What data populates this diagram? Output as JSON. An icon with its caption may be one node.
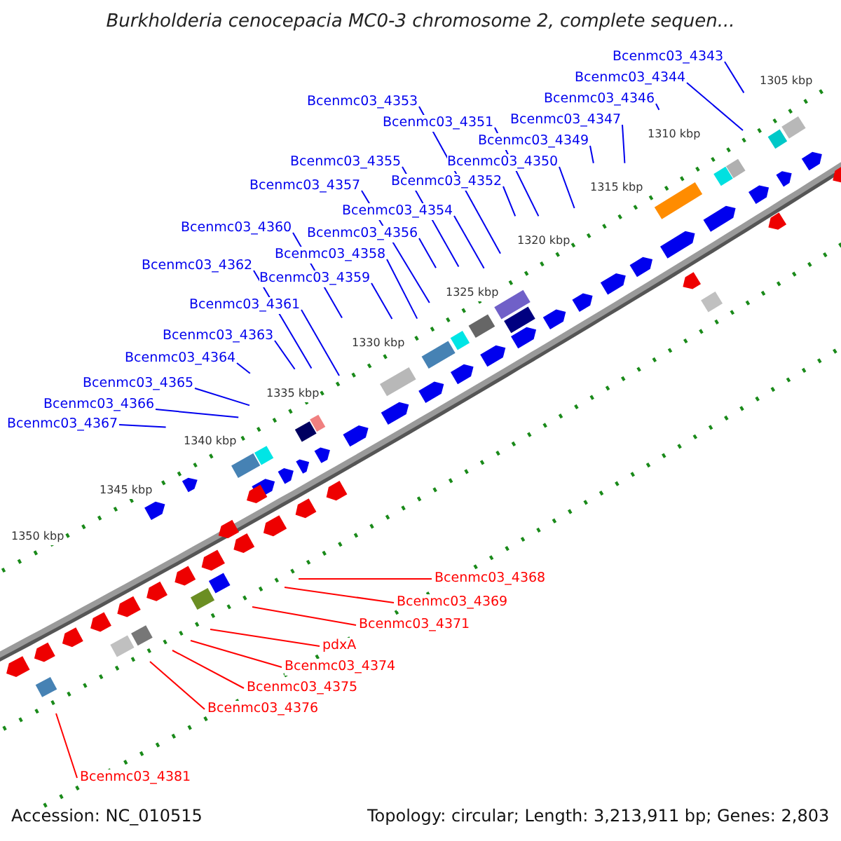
{
  "diagram": {
    "title": "Burkholderia cenocepacia MC0-3 chromosome 2, complete sequen...",
    "nodes": [
      {
        "text": [
          "Bcenmc03_4343"
        ]
      },
      {
        "text": [
          "Bcenmc03_4344"
        ]
      },
      {
        "text": [
          "Bcenmc03_4346"
        ]
      },
      {
        "text": [
          "Bcenmc03_4347"
        ]
      },
      {
        "text": [
          "Bcenmc03_4353"
        ]
      },
      {
        "text": [
          "Bcenmc03_4351"
        ]
      },
      {
        "text": [
          "Bcenmc03_4349"
        ]
      },
      {
        "text": [
          "Bcenmc03_4350"
        ]
      },
      {
        "text": [
          "Bcenmc03_4355"
        ]
      },
      {
        "text": [
          "Bcenmc03_4352"
        ]
      },
      {
        "text": [
          "Bcenmc03_4357"
        ]
      },
      {
        "text": [
          "Bcenmc03_4354"
        ]
      },
      {
        "text": [
          "Bcenmc03_4356"
        ]
      },
      {
        "text": [
          "Bcenmc03_4360"
        ]
      },
      {
        "text": [
          "Bcenmc03_4358"
        ]
      },
      {
        "text": [
          "Bcenmc03_4362"
        ]
      },
      {
        "text": [
          "Bcenmc03_4359"
        ]
      },
      {
        "text": [
          "Bcenmc03_4361"
        ]
      },
      {
        "text": [
          "Bcenmc03_4363"
        ]
      },
      {
        "text": [
          "Bcenmc03_4364"
        ]
      },
      {
        "text": [
          "Bcenmc03_4365"
        ]
      },
      {
        "text": [
          "Bcenmc03_4366"
        ]
      },
      {
        "text": [
          "Bcenmc03_4367"
        ]
      },
      {
        "text": [
          "Bcenmc03_4368"
        ]
      },
      {
        "text": [
          "Bcenmc03_4369"
        ]
      },
      {
        "text": [
          "Bcenmc03_4371"
        ]
      },
      {
        "text": [
          "pdxA"
        ]
      },
      {
        "text": [
          "Bcenmc03_4374"
        ]
      },
      {
        "text": [
          "Bcenmc03_4375"
        ]
      },
      {
        "text": [
          "Bcenmc03_4376"
        ]
      },
      {
        "text": [
          "Bcenmc03_4381"
        ]
      }
    ],
    "edges": [
      {
        "from": 0,
        "to": null,
        "arrow": "none"
      },
      {
        "from": 1,
        "to": null,
        "arrow": "none"
      },
      {
        "from": 2,
        "to": null,
        "arrow": "none"
      },
      {
        "from": 3,
        "to": null,
        "arrow": "none"
      },
      {
        "from": 4,
        "to": null,
        "arrow": "none"
      },
      {
        "from": 5,
        "to": null,
        "arrow": "none"
      },
      {
        "from": 6,
        "to": null,
        "arrow": "none"
      },
      {
        "from": 7,
        "to": null,
        "arrow": "none"
      },
      {
        "from": 8,
        "to": null,
        "arrow": "none"
      },
      {
        "from": 9,
        "to": null,
        "arrow": "none"
      },
      {
        "from": 10,
        "to": null,
        "arrow": "none"
      },
      {
        "from": 11,
        "to": null,
        "arrow": "none"
      },
      {
        "from": 12,
        "to": null,
        "arrow": "none"
      },
      {
        "from": 13,
        "to": null,
        "arrow": "none"
      },
      {
        "from": 14,
        "to": null,
        "arrow": "none"
      },
      {
        "from": 15,
        "to": null,
        "arrow": "none"
      },
      {
        "from": 16,
        "to": null,
        "arrow": "none"
      },
      {
        "from": 17,
        "to": null,
        "arrow": "none"
      },
      {
        "from": 18,
        "to": null,
        "arrow": "none"
      },
      {
        "from": 19,
        "to": null,
        "arrow": "none"
      },
      {
        "from": 20,
        "to": null,
        "arrow": "none"
      },
      {
        "from": 21,
        "to": null,
        "arrow": "none"
      },
      {
        "from": 22,
        "to": null,
        "arrow": "none"
      },
      {
        "from": 23,
        "to": null,
        "arrow": "none",
        "color": "#ff0000"
      },
      {
        "from": 24,
        "to": null,
        "arrow": "none",
        "color": "#ff0000"
      },
      {
        "from": 25,
        "to": null,
        "arrow": "none",
        "color": "#ff0000"
      },
      {
        "from": 26,
        "to": null,
        "arrow": "none",
        "color": "#ff0000"
      },
      {
        "from": 27,
        "to": null,
        "arrow": "none",
        "color": "#ff0000"
      },
      {
        "from": 28,
        "to": null,
        "arrow": "none",
        "color": "#ff0000"
      },
      {
        "from": 29,
        "to": null,
        "arrow": "none",
        "color": "#ff0000"
      },
      {
        "from": 30,
        "to": null,
        "arrow": "none",
        "color": "#ff0000"
      }
    ],
    "labels": [
      "1305 kbp",
      "1310 kbp",
      "1315 kbp",
      "1320 kbp",
      "1325 kbp",
      "1330 kbp",
      "1335 kbp",
      "1340 kbp",
      "1345 kbp",
      "1350 kbp",
      "Accession: NC_010515",
      "Topology: circular; Length: 3,213,911 bp; Genes: 2,803"
    ]
  }
}
